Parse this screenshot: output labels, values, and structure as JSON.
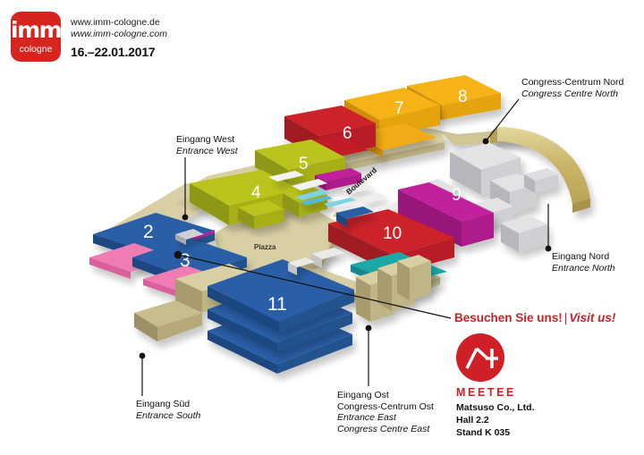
{
  "header": {
    "logo": {
      "brand_top": "imm",
      "brand_bottom": "cologne",
      "brand_color": "#d6251f",
      "icon": "imm-cologne-logo"
    },
    "url_de": "www.imm-cologne.de",
    "url_com": "www.imm-cologne.com",
    "dates": "16.–22.01.2017"
  },
  "map": {
    "walkway_labels": {
      "boulevard": "Boulevard",
      "piazza": "Piazza"
    },
    "halls": [
      {
        "number": "2",
        "color": "#2a5fa8"
      },
      {
        "number": "3",
        "color": "#2a5fa8"
      },
      {
        "number": "4",
        "color": "#b9c41c"
      },
      {
        "number": "5",
        "color": "#b9c41c"
      },
      {
        "number": "6",
        "color": "#cc2229"
      },
      {
        "number": "7",
        "color": "#f5b316"
      },
      {
        "number": "8",
        "color": "#f5b316"
      },
      {
        "number": "9",
        "color": "#c1219b"
      },
      {
        "number": "10",
        "color": "#cc2229"
      },
      {
        "number": "11",
        "color": "#2a5fa8"
      }
    ],
    "callouts": [
      {
        "id": "entrance-west",
        "de": "Eingang West",
        "en": "Entrance West"
      },
      {
        "id": "congress-north",
        "de": "Congress-Centrum Nord",
        "en": "Congress Centre North"
      },
      {
        "id": "entrance-north",
        "de": "Eingang Nord",
        "en": "Entrance North"
      },
      {
        "id": "entrance-south",
        "de": "Eingang Süd",
        "en": "Entrance South"
      },
      {
        "id": "entrance-east",
        "de_1": "Eingang Ost",
        "de_2": "Congress-Centrum Ost",
        "en_1": "Entrance East",
        "en_2": "Congress Centre East"
      }
    ],
    "palette": {
      "blue": "#2a5fa8",
      "blue_dark": "#1f4a86",
      "olive": "#b9c41c",
      "olive_dark": "#99a216",
      "red": "#cc2229",
      "red_dark": "#a81a22",
      "amber": "#f5b316",
      "amber_dark": "#d99610",
      "magenta": "#c1219b",
      "magenta_dark": "#9c187c",
      "pink": "#ef7bb2",
      "pink_dark": "#d9609a",
      "teal": "#1fa8a8",
      "teal_dark": "#18878a",
      "khaki": "#d8cfa4",
      "khaki_dark": "#bdb286",
      "khaki_deep": "#a89c6e",
      "gold": "#c8b25e",
      "silver": "#d2d2d6",
      "silver_dark": "#a8a8ae",
      "white_roof": "#f4f4f2"
    }
  },
  "visit": {
    "headline_de": "Besuchen Sie uns!",
    "separator": "|",
    "headline_en": "Visit us!",
    "logo_icon": "meetee-logo",
    "logo_color": "#cf2027",
    "brand": "MEETEE",
    "company": "Matsuso Co., Ltd.",
    "hall": "Hall 2.2",
    "stand": "Stand K 035"
  }
}
